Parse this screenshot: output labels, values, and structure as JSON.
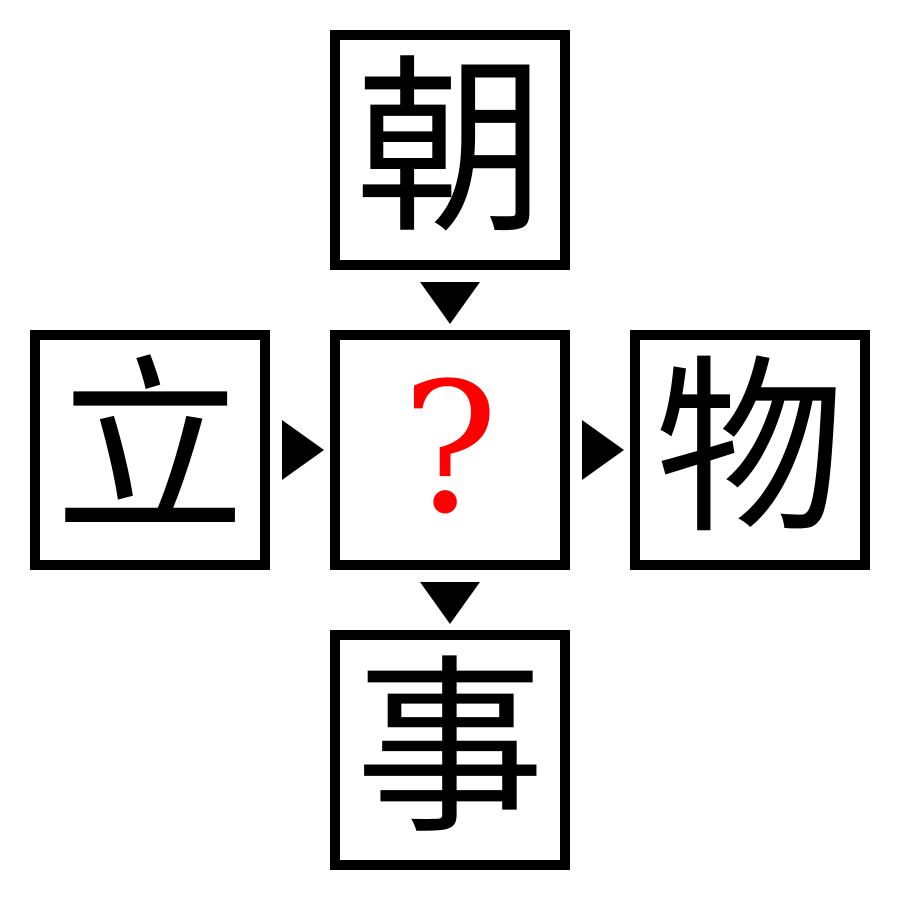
{
  "puzzle": {
    "top": "朝",
    "left": "立",
    "center": "?",
    "right": "物",
    "bottom": "事"
  },
  "colors": {
    "border": "#000000",
    "text": "#000000",
    "question": "#ff0000",
    "background": "#ffffff"
  },
  "icons": {
    "down_arrow": "down-triangle-icon",
    "right_arrow": "right-triangle-icon"
  }
}
